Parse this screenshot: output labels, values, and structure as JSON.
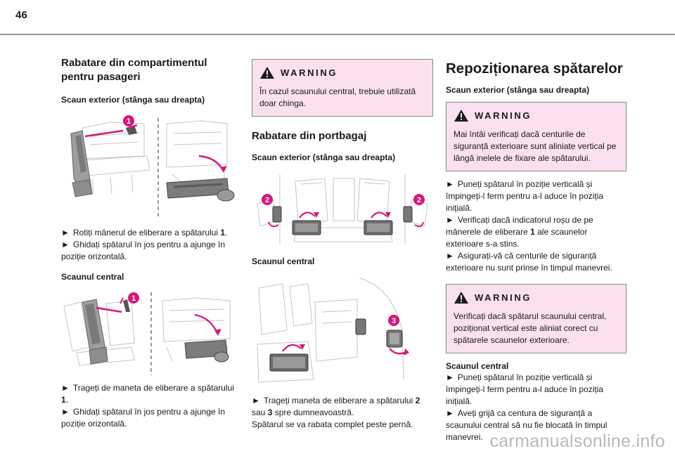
{
  "page": {
    "number": "46"
  },
  "left": {
    "title": "Rabatare din compartimentul pentru pasageri",
    "sub1": "Scaun exterior (stânga sau dreapta)",
    "fig1_callout": "1",
    "steps1": [
      {
        "arrow": "►",
        "pre": "Rotiți mânerul de eliberare a spătarului ",
        "bold": "1",
        "post": "."
      },
      {
        "arrow": "►",
        "pre": "Ghidați spătarul în jos pentru a ajunge în poziție orizontală.",
        "bold": "",
        "post": ""
      }
    ],
    "sub2": "Scaunul central",
    "fig2_callout": "1",
    "steps2": [
      {
        "arrow": "►",
        "pre": "Trageți de maneta de eliberare a spătarului ",
        "bold": "1",
        "post": "."
      },
      {
        "arrow": "►",
        "pre": "Ghidați spătarul în jos pentru a ajunge în poziție orizontală.",
        "bold": "",
        "post": ""
      }
    ]
  },
  "mid": {
    "warning": {
      "label": "WARNING",
      "text": "În cazul scaunului central, trebuie utilizată doar chinga."
    },
    "title": "Rabatare din portbagaj",
    "sub1": "Scaun exterior (stânga sau dreapta)",
    "fig1_callouts": [
      "2",
      "2"
    ],
    "sub2": "Scaunul central",
    "fig2_callout": "3",
    "step": {
      "arrow": "►",
      "pre": "Trageți maneta de eliberare a spătarului ",
      "b1": "2",
      "mid": " sau ",
      "b2": "3",
      "post": " spre dumneavoastră."
    },
    "note": "Spătarul se va rabata complet peste pernă."
  },
  "right": {
    "title": "Repoziționarea spătarelor",
    "sub1": "Scaun exterior (stânga sau dreapta)",
    "warning1": {
      "label": "WARNING",
      "text": "Mai întâi verificați dacă centurile de siguranță exterioare sunt aliniate vertical pe lângă inelele de fixare ale spătarului."
    },
    "steps1": [
      {
        "arrow": "►",
        "pre": "Puneți spătarul în poziție verticală și împingeți-l ferm pentru a-l aduce în poziția inițială.",
        "bold": "",
        "post": ""
      },
      {
        "arrow": "►",
        "pre": "Verificați dacă indicatorul roșu de pe mânerele de eliberare ",
        "bold": "1",
        "post": " ale scaunelor exterioare s-a stins."
      },
      {
        "arrow": "►",
        "pre": "Asigurați-vă că centurile de siguranță exterioare nu sunt prinse în timpul manevrei.",
        "bold": "",
        "post": ""
      }
    ],
    "warning2": {
      "label": "WARNING",
      "text": "Verificați dacă spătarul scaunului central, poziționat vertical este aliniat corect cu spătarele scaunelor exterioare."
    },
    "sub2": "Scaunul central",
    "steps2": [
      {
        "arrow": "►",
        "pre": "Puneți spătarul în poziție verticală și împingeți-l ferm pentru a-l aduce în poziția inițială.",
        "bold": "",
        "post": ""
      },
      {
        "arrow": "►",
        "pre": "Aveți grijă ca centura de siguranță a scaunului central să nu fie blocată în timpul manevrei.",
        "bold": "",
        "post": ""
      }
    ]
  },
  "watermark": "carmanualsonline.info",
  "colors": {
    "accent": "#d6177a",
    "warning_bg": "#fbe0ef",
    "rule": "#9a9a9a"
  }
}
